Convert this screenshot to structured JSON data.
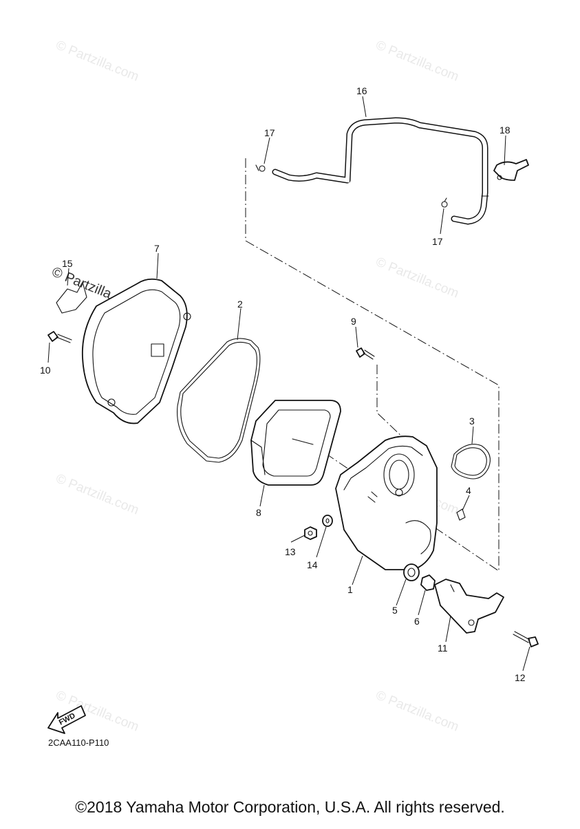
{
  "diagram": {
    "callouts": [
      "1",
      "2",
      "3",
      "4",
      "5",
      "6",
      "7",
      "8",
      "9",
      "10",
      "11",
      "12",
      "13",
      "14",
      "15",
      "16",
      "17",
      "17",
      "18"
    ],
    "watermark_text": "© Partzilla.com",
    "fwd_label": "FWD",
    "diagram_code": "2CAA110-P110"
  },
  "footer": {
    "copyright": "©2018 Yamaha Motor Corporation, U.S.A. All rights reserved."
  }
}
